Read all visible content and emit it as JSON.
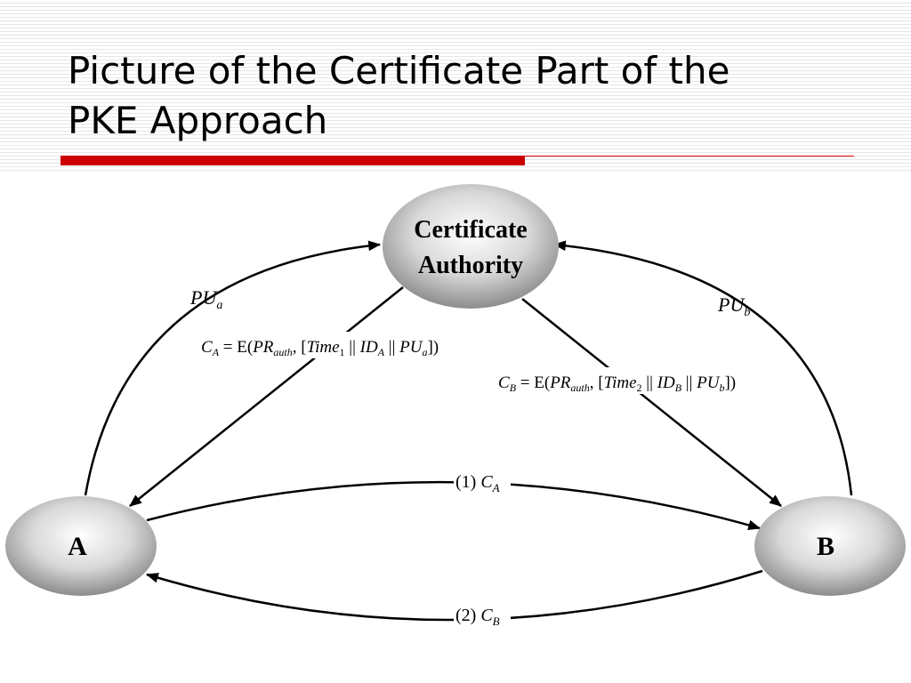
{
  "slide": {
    "title_line1": "Picture of the Certificate Part of the",
    "title_line2": "PKE Approach",
    "accent_color": "#cc0000"
  },
  "diagram": {
    "nodes": {
      "ca_line1": "Certificate",
      "ca_line2": "Authority",
      "a": "A",
      "b": "B"
    },
    "labels": {
      "pu_a": {
        "base": "PU",
        "sub": "a"
      },
      "pu_b": {
        "base": "PU",
        "sub": "b"
      },
      "ca": {
        "c": "C",
        "c_sub": "A",
        "eq": " = E(",
        "pr": "PR",
        "pr_sub": "auth",
        "mid": ", [",
        "time": "Time",
        "time_sub": "1",
        "sep1": " || ",
        "id": "ID",
        "id_sub": "A",
        "sep2": " || ",
        "pu": "PU",
        "pu_sub": "a",
        "end": "])"
      },
      "cb": {
        "c": "C",
        "c_sub": "B",
        "eq": " = E(",
        "pr": "PR",
        "pr_sub": "auth",
        "mid": ", [",
        "time": "Time",
        "time_sub": "2",
        "sep1": " || ",
        "id": "ID",
        "id_sub": "B",
        "sep2": " || ",
        "pu": "PU",
        "pu_sub": "b",
        "end": "])"
      },
      "step1": {
        "num": "(1) ",
        "c": "C",
        "c_sub": "A"
      },
      "step2": {
        "num": "(2) ",
        "c": "C",
        "c_sub": "B"
      }
    }
  }
}
